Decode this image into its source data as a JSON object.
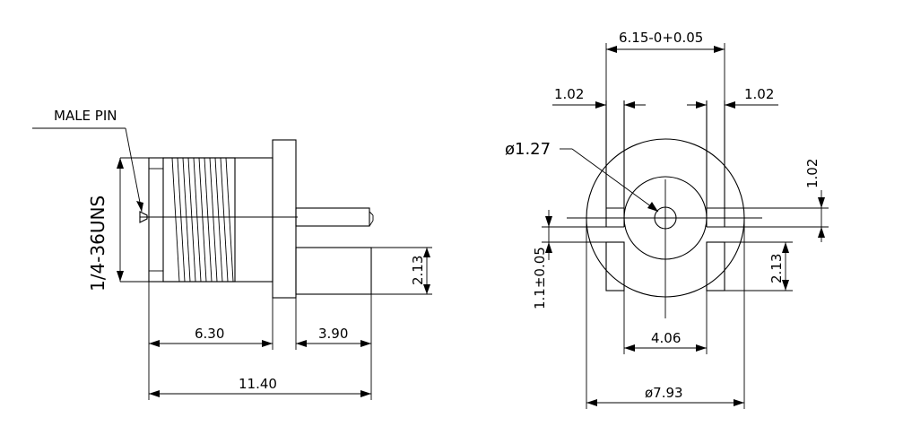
{
  "labels": {
    "male_pin": "MALE PIN",
    "thread": "1/4-36UNS",
    "dim_6_30": "6.30",
    "dim_3_90": "3.90",
    "dim_11_40": "11.40",
    "dim_2_13_left": "2.13",
    "dim_6_15": "6.15-0+0.05",
    "dim_1_02_left": "1.02",
    "dim_1_02_right": "1.02",
    "dim_dia_1_27": "ø1.27",
    "dim_1_02_vertical": "1.02",
    "dim_1_1": "1.1±0.05",
    "dim_2_13_right": "2.13",
    "dim_4_06": "4.06",
    "dim_dia_7_93": "ø7.93"
  }
}
